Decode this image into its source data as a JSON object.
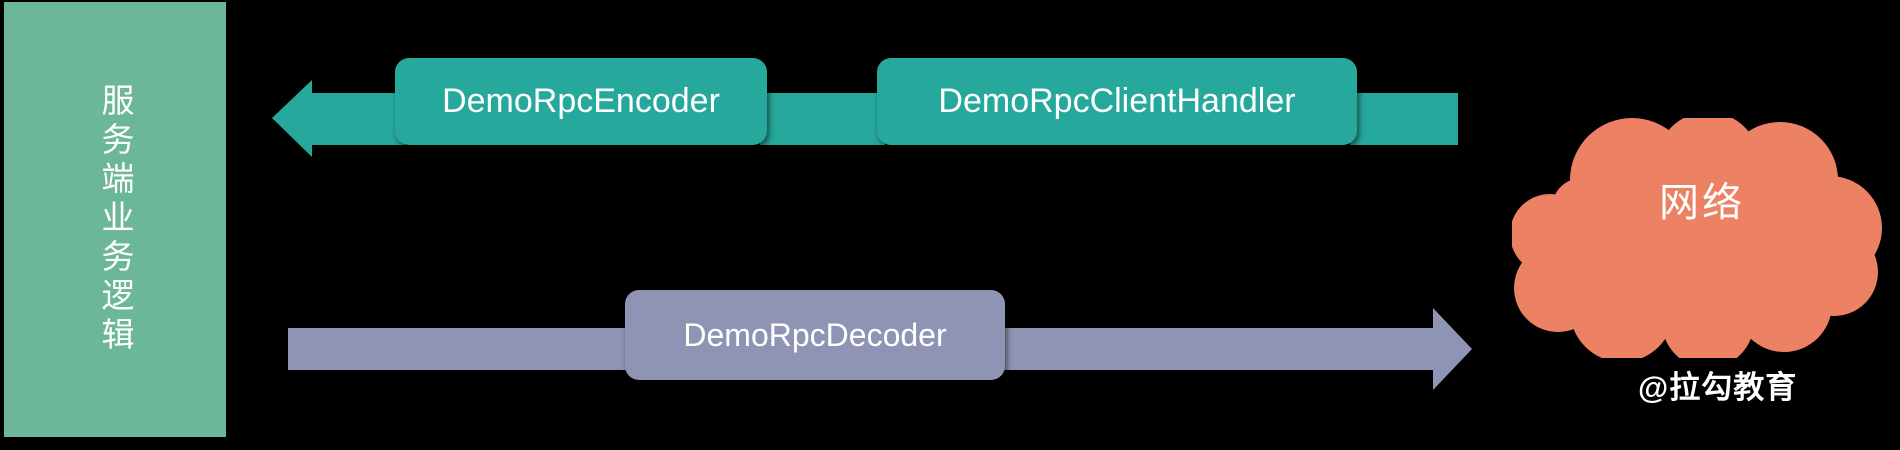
{
  "diagram": {
    "title": "Netty RPC client pipeline diagram",
    "background_color": "#000000",
    "server_panel": {
      "label": "服务端业务逻辑",
      "color": "#6CB797"
    },
    "outbound_flow": {
      "direction": "right-to-left",
      "color": "#27A89C",
      "stages": [
        {
          "label": "DemoRpcEncoder"
        },
        {
          "label": "DemoRpcClientHandler"
        }
      ]
    },
    "inbound_flow": {
      "direction": "left-to-right",
      "color": "#9094B4",
      "stages": [
        {
          "label": "DemoRpcDecoder"
        }
      ]
    },
    "cloud": {
      "label": "网络",
      "color": "#EC8164"
    },
    "watermark": {
      "text": "@拉勾教育"
    }
  }
}
